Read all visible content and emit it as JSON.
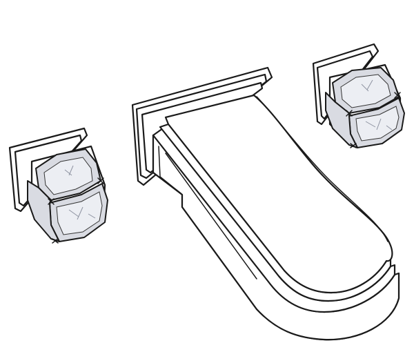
{
  "image": {
    "subject": "wall-mounted-faucet-set",
    "components": [
      "left-handle",
      "spout",
      "right-handle"
    ],
    "handle_material_color": "#d9dbe2",
    "line_color": "#1a1a1a",
    "background_color": "#ffffff"
  }
}
